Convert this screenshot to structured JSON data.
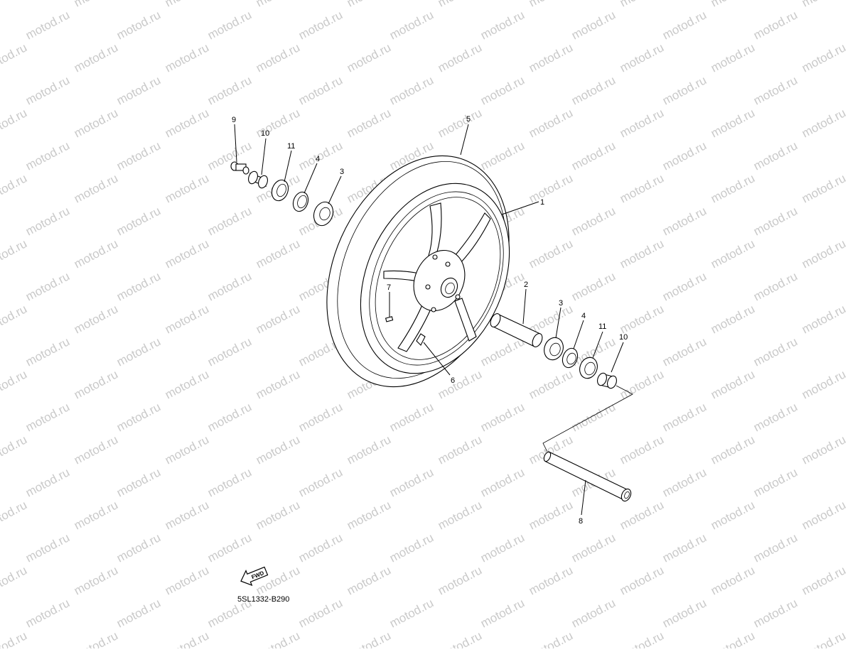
{
  "watermark": {
    "text": "motod.ru"
  },
  "diagram_code": "5SL1332-B290",
  "fwd_label": "FWD",
  "callouts": [
    {
      "id": "c9a",
      "label": "9"
    },
    {
      "id": "c10a",
      "label": "10"
    },
    {
      "id": "c11a",
      "label": "11"
    },
    {
      "id": "c4a",
      "label": "4"
    },
    {
      "id": "c3a",
      "label": "3"
    },
    {
      "id": "c5",
      "label": "5"
    },
    {
      "id": "c1",
      "label": "1"
    },
    {
      "id": "c7",
      "label": "7"
    },
    {
      "id": "c6",
      "label": "6"
    },
    {
      "id": "c2",
      "label": "2"
    },
    {
      "id": "c3b",
      "label": "3"
    },
    {
      "id": "c4b",
      "label": "4"
    },
    {
      "id": "c11b",
      "label": "11"
    },
    {
      "id": "c10b",
      "label": "10"
    },
    {
      "id": "c8",
      "label": "8"
    }
  ],
  "colors": {
    "line": "#000000",
    "watermark": "#c9c9c9",
    "background": "#ffffff"
  }
}
